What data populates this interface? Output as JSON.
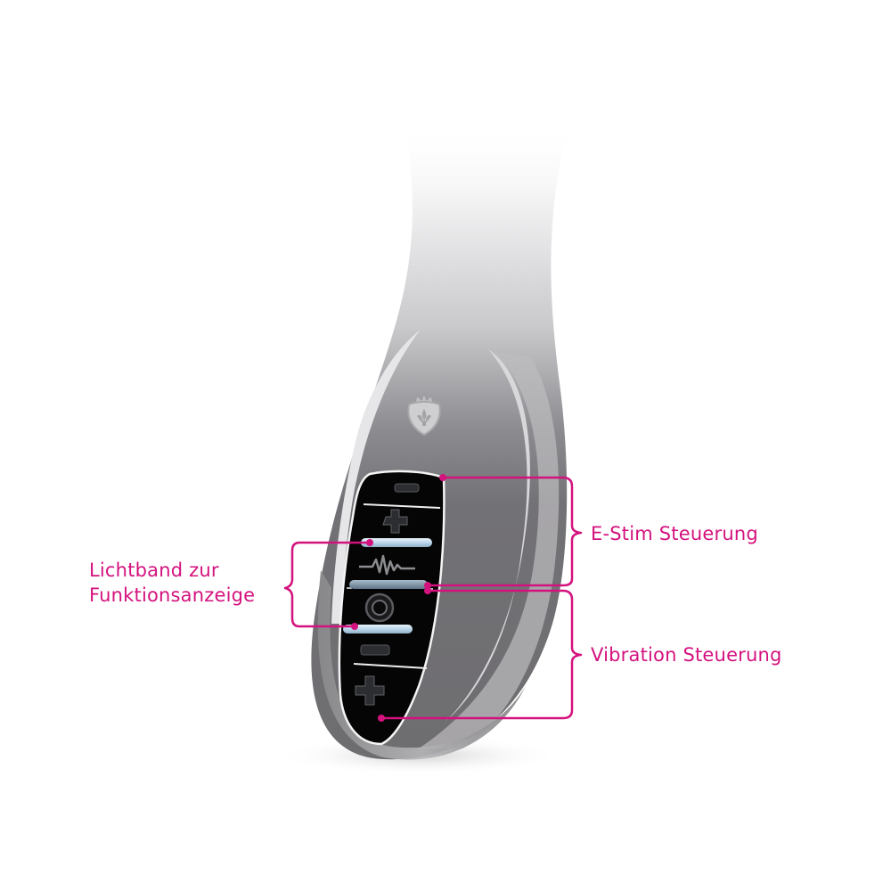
{
  "diagram": {
    "subject": "device-control-panel",
    "accent_color": "#d4127e",
    "body_color": "#7a797c",
    "panel_color": "#050505",
    "light_band_color": "#cfe3f3",
    "emblem": "crowned-shield-fleur-de-lis-icon"
  },
  "annotations": {
    "lichtband": {
      "line1": "Lichtband zur",
      "line2": "Funktionsanzeige"
    },
    "estim": {
      "label": "E-Stim Steuerung"
    },
    "vibration": {
      "label": "Vibration Steuerung"
    }
  },
  "buttons": [
    {
      "icon": "minus-icon",
      "group": "E-Stim"
    },
    {
      "icon": "plus-icon",
      "group": "E-Stim"
    },
    {
      "icon": "waveform-icon",
      "group": "Mode"
    },
    {
      "icon": "power-icon",
      "group": "Power"
    },
    {
      "icon": "minus-icon",
      "group": "Vibration"
    },
    {
      "icon": "plus-icon",
      "group": "Vibration"
    }
  ]
}
